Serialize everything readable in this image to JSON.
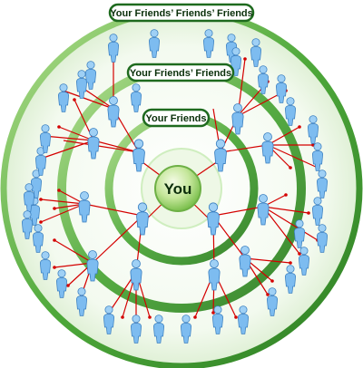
{
  "labels": {
    "outer": "Your Friends’ Friends’ Friends",
    "middle": "Your Friends’ Friends",
    "inner": "Your Friends",
    "center": "You"
  },
  "colors": {
    "ring_dark": "#4aa63a",
    "ring_light": "#e6f5de",
    "ring_mid": "#8fd06a",
    "link": "#d40000",
    "person": "#7dbcf0",
    "label_border": "#1e6a1e"
  },
  "icons": [
    "person-icon"
  ]
}
